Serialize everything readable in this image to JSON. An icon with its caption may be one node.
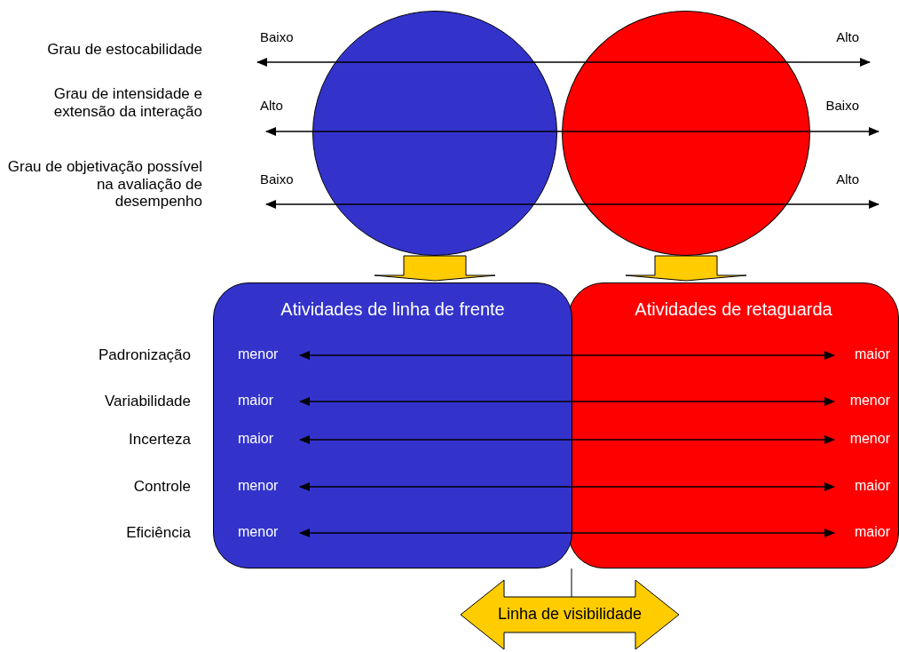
{
  "diagram": {
    "nodes": [
      {
        "text": [],
        "shape": "circle"
      },
      {
        "text": [],
        "shape": "circle"
      },
      {
        "text": [
          "Atividades de linha de frente"
        ]
      },
      {
        "text": [
          "Atividades de retaguarda"
        ]
      },
      {
        "text": [
          "Linha de visibilidade"
        ]
      }
    ],
    "edges": [
      {
        "from": 0,
        "to": 2,
        "arrow": "to",
        "style": "thick"
      },
      {
        "from": 1,
        "to": 3,
        "arrow": "to",
        "style": "thick"
      },
      {
        "from": 4,
        "to": 3,
        "arrow": "none",
        "color": "#000000"
      },
      {
        "from": 2,
        "to": 3,
        "arrow": "both"
      },
      {
        "from": 2,
        "to": 3,
        "arrow": "both"
      },
      {
        "from": 2,
        "to": 3,
        "arrow": "both"
      },
      {
        "from": 2,
        "to": 3,
        "arrow": "both"
      },
      {
        "from": 2,
        "to": 3,
        "arrow": "both"
      }
    ],
    "labels": [
      "Grau de estocabilidade",
      "Baixo",
      "Alto",
      "Grau de intensidade e extensão da interação",
      "Alto",
      "Baixo",
      "Grau de objetivação possível na avaliação de desempenho",
      "Baixo",
      "Alto",
      "Padronização",
      "menor",
      "maior",
      "Variabilidade",
      "maior",
      "menor",
      "Incerteza",
      "maior",
      "menor",
      "Controle",
      "menor",
      "maior",
      "Eficiência",
      "menor",
      "maior"
    ]
  }
}
